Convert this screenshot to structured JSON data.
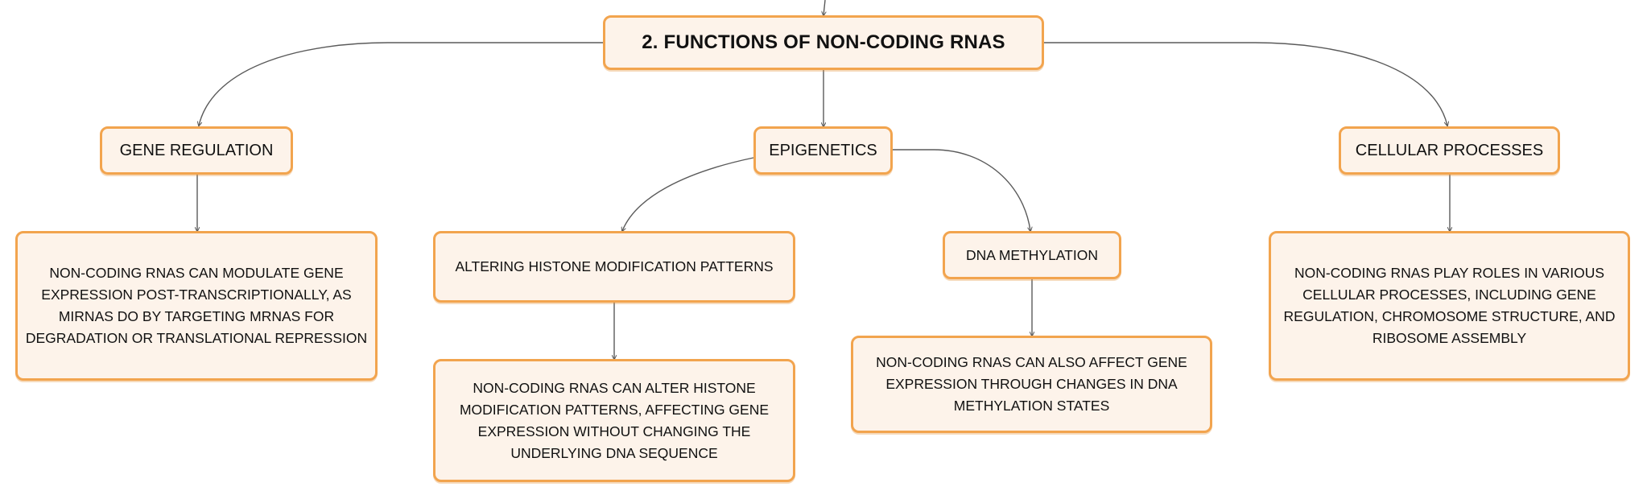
{
  "mindmap": {
    "title": "2. FUNCTIONS OF NON-CODING RNAS",
    "branches": [
      {
        "label": "GENE REGULATION",
        "detail": "NON-CODING RNAS CAN MODULATE GENE EXPRESSION POST-TRANSCRIPTIONALLY, AS MIRNAS DO BY TARGETING MRNAS FOR DEGRADATION OR TRANSLATIONAL REPRESSION"
      },
      {
        "label": "EPIGENETICS",
        "children": [
          {
            "label": "ALTERING HISTONE MODIFICATION PATTERNS",
            "detail": "NON-CODING RNAS CAN ALTER HISTONE MODIFICATION PATTERNS, AFFECTING GENE EXPRESSION WITHOUT CHANGING THE UNDERLYING DNA SEQUENCE"
          },
          {
            "label": "DNA METHYLATION",
            "detail": "NON-CODING RNAS CAN ALSO AFFECT GENE EXPRESSION THROUGH CHANGES IN DNA METHYLATION STATES"
          }
        ]
      },
      {
        "label": "CELLULAR PROCESSES",
        "detail": "NON-CODING RNAS PLAY ROLES IN VARIOUS CELLULAR PROCESSES, INCLUDING GENE REGULATION, CHROMOSOME STRUCTURE, AND RIBOSOME ASSEMBLY"
      }
    ]
  },
  "colors": {
    "node_border": "#f2a44e",
    "node_fill": "#fdf3ea",
    "connector": "#5a5a5a",
    "text": "#111111"
  }
}
